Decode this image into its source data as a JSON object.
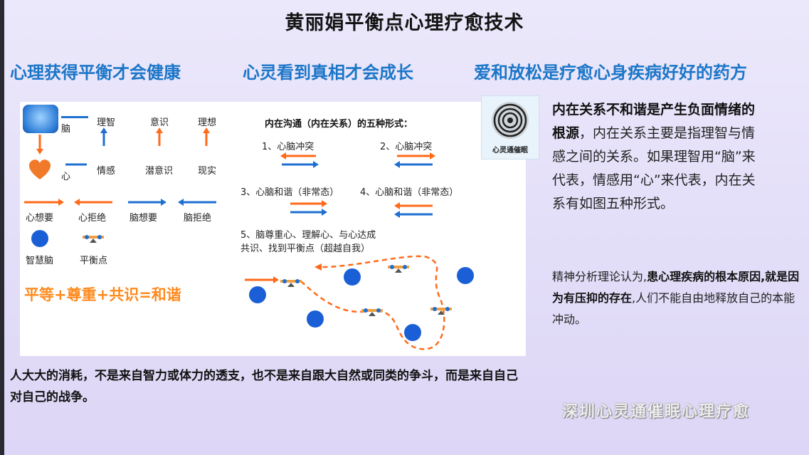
{
  "title": "黄丽娟平衡点心理疗愈技术",
  "slogans": [
    "心理获得平衡才会健康",
    "心灵看到真相才会成长",
    "爱和放松是疗愈心身疾病好好的药方"
  ],
  "diagram_left": {
    "brain_label": "脑",
    "heart_label": "心",
    "row1": [
      "理智",
      "意识",
      "理想"
    ],
    "row2": [
      "情感",
      "潜意识",
      "现实"
    ],
    "arrows": [
      "心想要",
      "心拒绝",
      "脑想要",
      "脑拒绝"
    ],
    "legend": [
      "智慧脑",
      "平衡点"
    ],
    "harmony_formula": "平等+尊重+共识=和谐"
  },
  "diagram_right": {
    "heading": "内在沟通（内在关系）的五种形式：",
    "forms": [
      "1、心脑冲突",
      "2、心脑冲突",
      "3、心脑和谐（非常态）",
      "4、心脑和谐（非常态）"
    ],
    "form5": "5、脑尊重心、理解心、与心达成共识、找到平衡点（超越自我）",
    "colors": {
      "heart": "#ff6a1a",
      "brain": "#1f6fd1",
      "path": "#ff6a1a"
    }
  },
  "bottom_note": "人大大的消耗，不是来自智力或体力的透支，也不是来自跟大自然或同类的争斗，而是来自自己对自己的战争。",
  "logo_text": "心灵通催眠",
  "right_text": {
    "p1_bold": "内在关系不和谐是产生负面情绪的根源",
    "p1_rest": "，内在关系主要是指理智与情感之间的关系。如果理智用“脑”来代表，情感用“心”来代表，内在关系有如图五种形式。",
    "p2_start": "精神分析理论认为,",
    "p2_bold": "患心理疾病的根本原因,就是因为有压抑的存在",
    "p2_end": ",人们不能自由地释放自己的本能冲动。"
  },
  "watermark": "深圳心灵通催眠心理疗愈"
}
